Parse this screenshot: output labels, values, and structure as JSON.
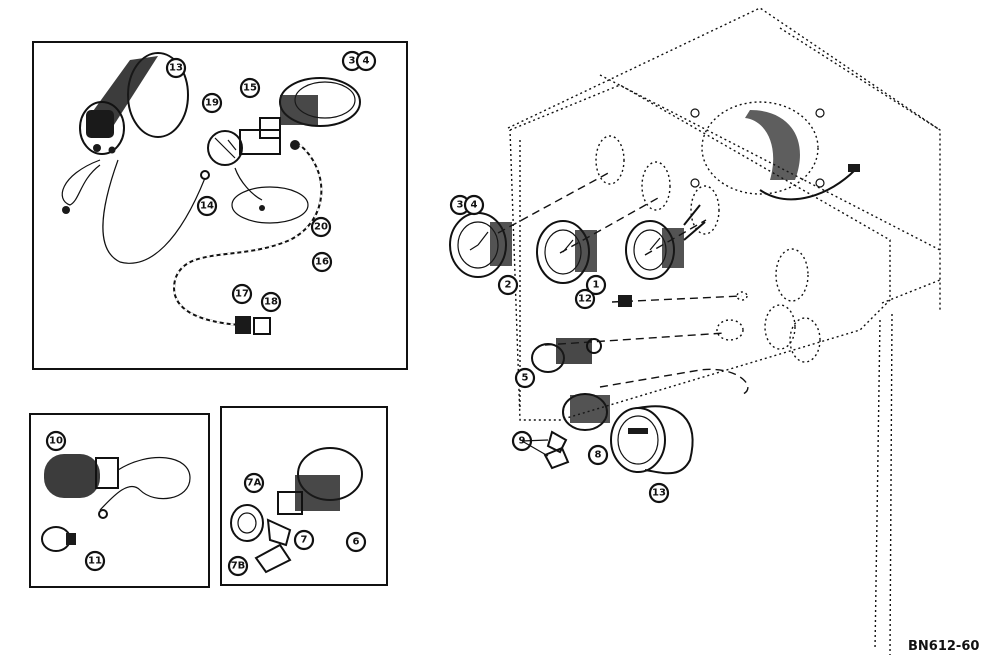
{
  "figure": {
    "reference_code": "BN612-60"
  },
  "callouts": {
    "c1": "1",
    "c2": "2",
    "c3": "3",
    "c4": "4",
    "c5": "5",
    "c6": "6",
    "c7": "7",
    "c7A": "7A",
    "c7B": "7B",
    "c8": "8",
    "c9": "9",
    "c10": "10",
    "c11": "11",
    "c12": "12",
    "c13": "13",
    "c14": "14",
    "c15": "15",
    "c16": "16",
    "c17": "17",
    "c18": "18",
    "c19": "19",
    "c20": "20"
  },
  "panels": {
    "hourmeter_inset": "hourmeter-and-sender-assembly",
    "lamp_inset": "indicator-lamp-assembly",
    "switch_inset": "ignition-switch-assembly",
    "main_view": "instrument-panel-exploded-view"
  }
}
